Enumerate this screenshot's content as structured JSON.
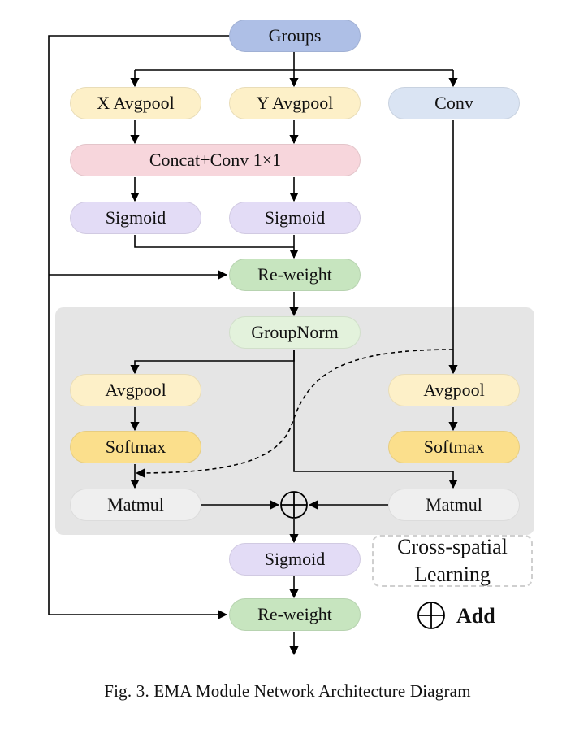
{
  "nodes": {
    "groups": "Groups",
    "x_avgpool": "X Avgpool",
    "y_avgpool": "Y Avgpool",
    "conv": "Conv",
    "concat_conv": "Concat+Conv 1×1",
    "sigmoid_left": "Sigmoid",
    "sigmoid_right": "Sigmoid",
    "reweight_1": "Re-weight",
    "groupnorm": "GroupNorm",
    "avgpool_left": "Avgpool",
    "avgpool_right": "Avgpool",
    "softmax_left": "Softmax",
    "softmax_right": "Softmax",
    "matmul_left": "Matmul",
    "matmul_right": "Matmul",
    "sigmoid_bottom": "Sigmoid",
    "reweight_2": "Re-weight"
  },
  "legend": {
    "region_label": "Cross-spatial Learning",
    "add_label": "Add"
  },
  "caption": "Fig. 3.  EMA Module Network Architecture Diagram",
  "colors": {
    "blue_dark": "#aebfe6",
    "yellow_light": "#fdf0c8",
    "blue_light": "#dae4f3",
    "pink": "#f7d6dc",
    "purple": "#e3dcf6",
    "green": "#c7e5bf",
    "green_light": "#e3f2dc",
    "yellow_dark": "#fbdf8c",
    "gray_node": "#efefef",
    "region_bg": "#e5e5e5"
  }
}
